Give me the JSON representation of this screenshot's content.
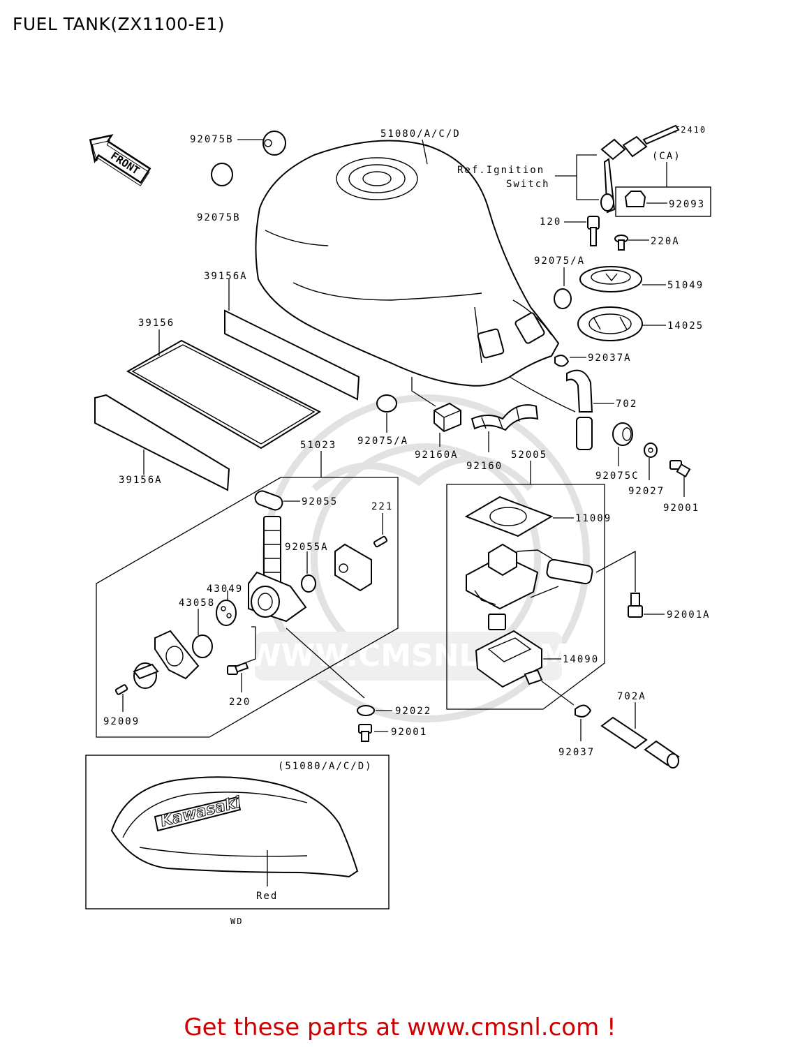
{
  "title": "FUEL TANK(ZX1100-E1)",
  "figure_code": "F2410",
  "front_arrow_label": "FRONT",
  "ref_ignition_line1": "Ref.Ignition",
  "ref_ignition_line2": "Switch",
  "ca_label": "(CA)",
  "variant_box_label": "(51080/A/C/D)",
  "tank_logo_text": "Kawasaki",
  "color_label": "Red",
  "region_label": "WD",
  "watermark_text": "WWW.CMSNL.COM",
  "footer_text": "Get these parts at www.cmsnl.com !",
  "accent_color": "#cc0000",
  "parts": {
    "p92075B_top": "92075B",
    "p92075B_bottom": "92075B",
    "p51080": "51080/A/C/D",
    "p92093": "92093",
    "p120": "120",
    "p220A": "220A",
    "p92075A_right": "92075/A",
    "p51049": "51049",
    "p14025": "14025",
    "p92037A": "92037A",
    "p702": "702",
    "p39156A_top": "39156A",
    "p39156": "39156",
    "p39156A_bottom": "39156A",
    "p92075A_mid": "92075/A",
    "p92160A": "92160A",
    "p92160": "92160",
    "p52005": "52005",
    "p92075C": "92075C",
    "p92027": "92027",
    "p92001_right": "92001",
    "p51023": "51023",
    "p92055": "92055",
    "p221": "221",
    "p92055A": "92055A",
    "p43049": "43049",
    "p43058": "43058",
    "p11009": "11009",
    "p92001A": "92001A",
    "p14090": "14090",
    "p702A": "702A",
    "p220": "220",
    "p92009": "92009",
    "p92022": "92022",
    "p92001_bottom": "92001",
    "p92037": "92037"
  }
}
